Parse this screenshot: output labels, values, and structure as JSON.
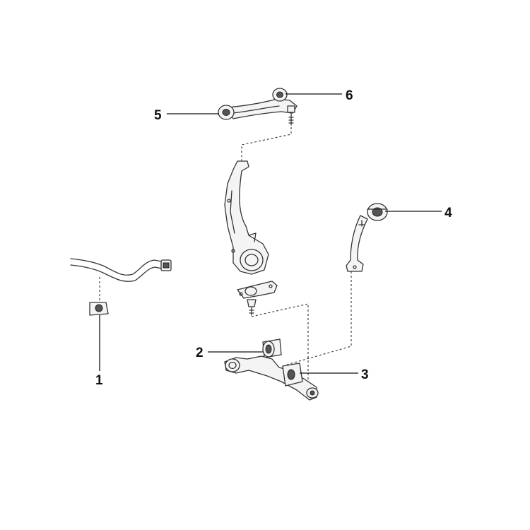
{
  "diagram": {
    "callouts": [
      {
        "id": "1",
        "label": "1"
      },
      {
        "id": "2",
        "label": "2"
      },
      {
        "id": "3",
        "label": "3"
      },
      {
        "id": "4",
        "label": "4"
      },
      {
        "id": "5",
        "label": "5"
      },
      {
        "id": "6",
        "label": "6"
      }
    ]
  },
  "colors": {
    "line": "#333333",
    "background": "#ffffff"
  }
}
